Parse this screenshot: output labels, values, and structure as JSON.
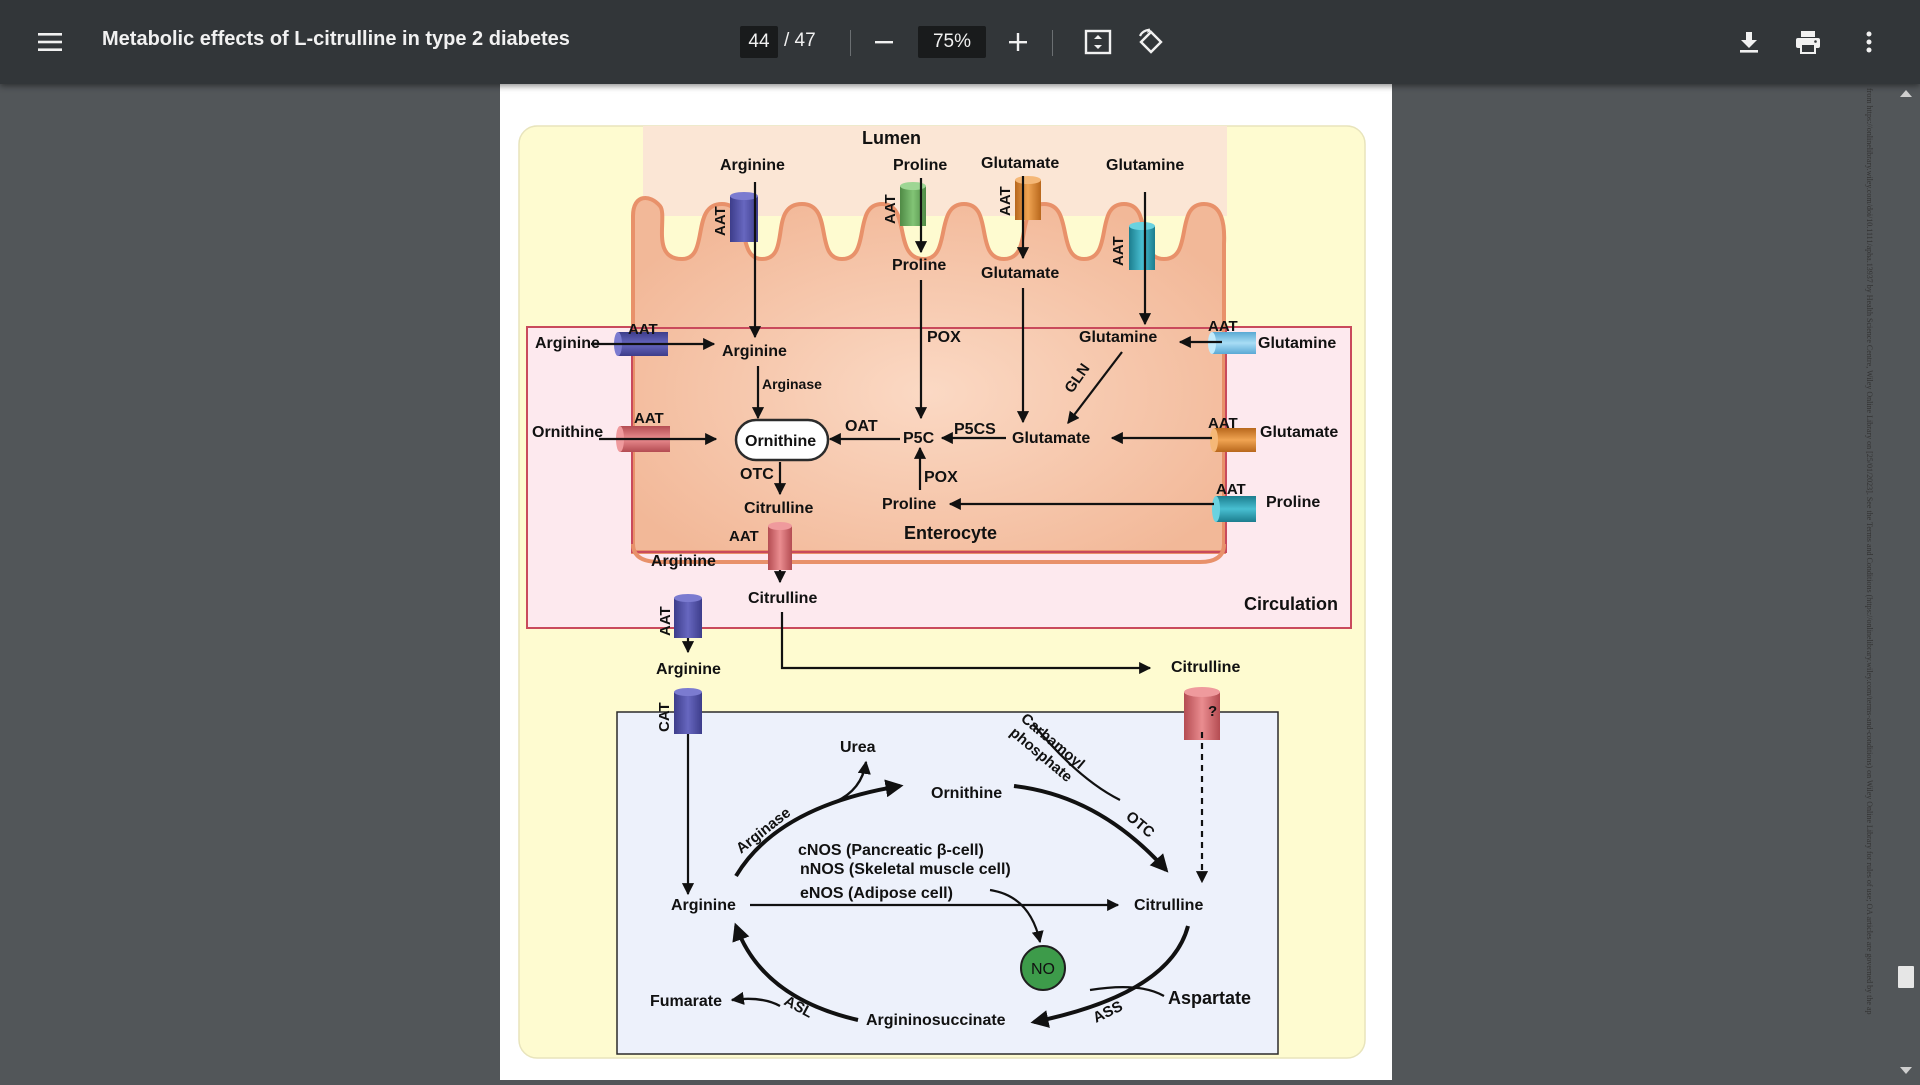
{
  "toolbar": {
    "title": "Metabolic effects of L-citrulline in type 2 diabetes",
    "current_page": "44",
    "total_pages": "/ 47",
    "zoom": "75%",
    "icons": [
      "menu-icon",
      "zoom-out-icon",
      "zoom-in-icon",
      "fit-page-icon",
      "rotate-icon",
      "download-icon",
      "print-icon",
      "more-options-icon"
    ]
  },
  "side_notice": "from https://onlinelibrary.wiley.com/doi/10.1111/apha.13937 by Health Science Centre, Wiley Online Library on [25/01/2023]. See the Terms and Conditions (https://onlinelibrary.wiley.com/terms-and-conditions) on Wiley Online Library for rules of use; OA articles are governed by the ap",
  "diagram": {
    "lumen": "Lumen",
    "enterocyte": "Enterocyte",
    "circulation": "Circulation",
    "lumen_arginine": "Arginine",
    "lumen_proline": "Proline",
    "lumen_glutamate": "Glutamate",
    "lumen_glutamine": "Glutamine",
    "aat": "AAT",
    "cat": "CAT",
    "cell_proline": "Proline",
    "cell_glutamate": "Glutamate",
    "pox": "POX",
    "gln": "GLN",
    "cell_glutamine": "Glutamine",
    "circ_glutamine": "Glutamine",
    "circ_arginine": "Arginine",
    "cell_arginine": "Arginine",
    "arginase": "Arginase",
    "circ_ornithine": "Ornithine",
    "cell_ornithine": "Ornithine",
    "oat": "OAT",
    "p5c": "P5C",
    "p5cs": "P5CS",
    "cell_glutamate2": "Glutamate",
    "circ_glutamate": "Glutamate",
    "otc": "OTC",
    "cell_citrulline": "Citrulline",
    "cell_proline2": "Proline",
    "circ_proline": "Proline",
    "arginine_out": "Arginine",
    "citrulline_out": "Citrulline",
    "arginine_blood": "Arginine",
    "citrulline_blood": "Citrulline",
    "question": "?",
    "urea": "Urea",
    "carbamoyl": "Carbamoyl",
    "phosphate": "phosphate",
    "ornithine": "Ornithine",
    "otc2": "OTC",
    "arginase2": "Arginase",
    "cnos": "cNOS (Pancreatic β-cell)",
    "nnos": "nNOS (Skeletal muscle cell)",
    "enos": "eNOS (Adipose cell)",
    "arginine": "Arginine",
    "citrulline": "Citrulline",
    "no": "NO",
    "fumarate": "Fumarate",
    "asl": "ASL",
    "argininosuccinate": "Argininosuccinate",
    "ass": "ASS",
    "aspartate": "Aspartate"
  },
  "colors": {
    "toolbar": "#323639",
    "background": "#525659",
    "outer_panel": "#fefbd0",
    "lumen_band": "#fbe6d5",
    "enterocyte": "#f6c9b1",
    "circulation": "#fde9ee",
    "target_cell": "#edf1fb",
    "transporter_blue": "#5454a6",
    "transporter_green": "#6aae5e",
    "transporter_orange": "#de8b34",
    "transporter_teal": "#2aa3b6",
    "transporter_lightblue": "#7fc7ea",
    "transporter_red": "#d66a6e",
    "no_circle": "#3d9b4a"
  }
}
